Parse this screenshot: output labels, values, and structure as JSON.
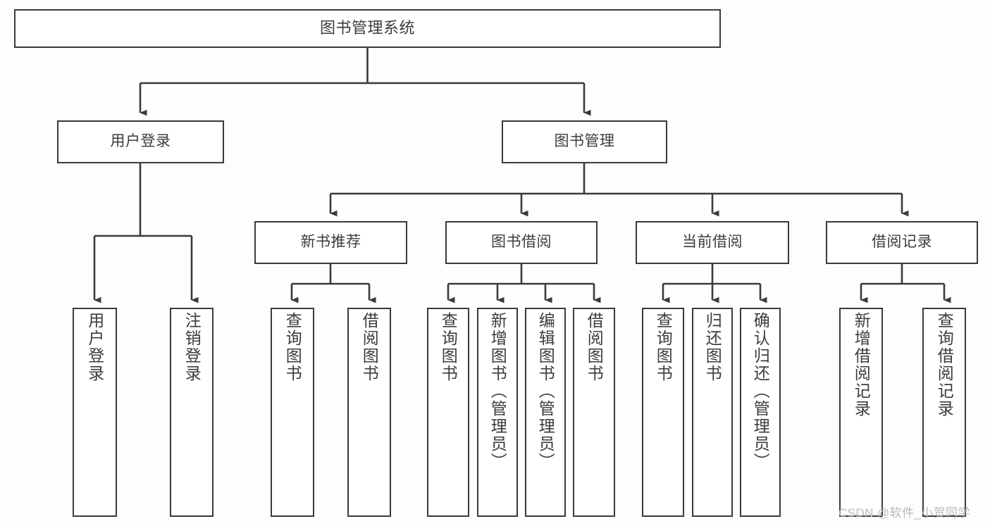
{
  "diagram": {
    "title": "图书管理系统",
    "type": "hierarchical-tree",
    "orientation": "top-down",
    "colors": {
      "background": "#fdfdfd",
      "node_fill": "#ffffff",
      "node_border": "#3a3a3a",
      "edge": "#3a3a3a",
      "text": "#3c3c3c",
      "watermark": "#b9b9b9"
    },
    "watermark": "CSDN @软件_小贺同学",
    "levels": 4,
    "nodes": {
      "root": {
        "label": "图书管理系统"
      },
      "level1": [
        {
          "label": "用户登录"
        },
        {
          "label": "图书管理"
        }
      ],
      "level2": [
        {
          "label": "新书推荐"
        },
        {
          "label": "图书借阅"
        },
        {
          "label": "当前借阅"
        },
        {
          "label": "借阅记录"
        }
      ],
      "leaves_user_login": [
        {
          "label": "用户登录"
        },
        {
          "label": "注销登录"
        }
      ],
      "leaves_new_book": [
        {
          "label": "查询图书"
        },
        {
          "label": "借阅图书"
        }
      ],
      "leaves_borrow": [
        {
          "label": "查询图书"
        },
        {
          "label": "新增图书（管理员）"
        },
        {
          "label": "编辑图书（管理员）"
        },
        {
          "label": "借阅图书"
        }
      ],
      "leaves_current": [
        {
          "label": "查询图书"
        },
        {
          "label": "归还图书"
        },
        {
          "label": "确认归还（管理员）"
        }
      ],
      "leaves_records": [
        {
          "label": "新增借阅记录"
        },
        {
          "label": "查询借阅记录"
        }
      ]
    }
  }
}
